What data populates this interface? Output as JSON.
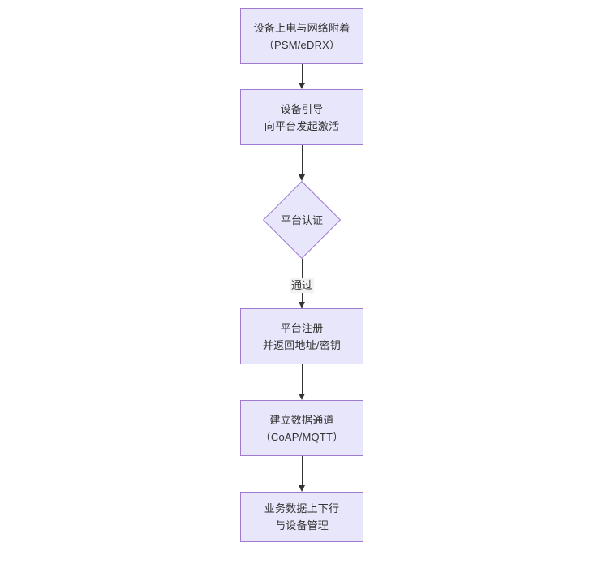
{
  "diagram": {
    "type": "flowchart",
    "orientation": "top-to-bottom",
    "background_color": "#ffffff",
    "node_fill_color": "#e8e6fa",
    "node_border_color": "#9e7bd0",
    "text_color": "#333333",
    "connector_color": "#333333",
    "nodes": [
      {
        "id": "power-on",
        "shape": "rectangle",
        "line1": "设备上电与网络附着",
        "line2": "（PSM/eDRX）"
      },
      {
        "id": "bootstrap",
        "shape": "rectangle",
        "line1": "设备引导",
        "line2": "向平台发起激活"
      },
      {
        "id": "platform-auth",
        "shape": "diamond",
        "line1": "平台认证",
        "line2": ""
      },
      {
        "id": "platform-register",
        "shape": "rectangle",
        "line1": "平台注册",
        "line2": "并返回地址/密钥"
      },
      {
        "id": "data-channel",
        "shape": "rectangle",
        "line1": "建立数据通道",
        "line2": "（CoAP/MQTT）"
      },
      {
        "id": "business-data",
        "shape": "rectangle",
        "line1": "业务数据上下行",
        "line2": "与设备管理"
      }
    ],
    "edges": [
      {
        "id": "e1",
        "from": "power-on",
        "to": "bootstrap",
        "label": ""
      },
      {
        "id": "e2",
        "from": "bootstrap",
        "to": "platform-auth",
        "label": ""
      },
      {
        "id": "e3",
        "from": "platform-auth",
        "to": "platform-register",
        "label": "通过"
      },
      {
        "id": "e4",
        "from": "platform-register",
        "to": "data-channel",
        "label": ""
      },
      {
        "id": "e5",
        "from": "data-channel",
        "to": "business-data",
        "label": ""
      }
    ]
  }
}
